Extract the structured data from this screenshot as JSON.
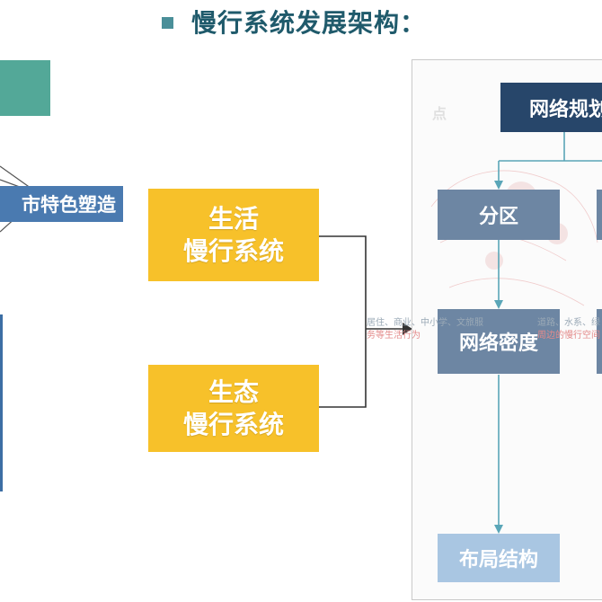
{
  "title": "慢行系统发展架构：",
  "left": {
    "blue_label": "市特色塑造"
  },
  "yellow_boxes": [
    {
      "line1": "生活",
      "line2": "慢行系统"
    },
    {
      "line1": "生态",
      "line2": "慢行系统"
    }
  ],
  "panel": {
    "dot_label": "点",
    "network_label": "网络规划",
    "zone_label": "分区",
    "density_label": "网络密度",
    "layout_label": "布局结构",
    "faint_left_1": "居住、商业、中小学、文旅服",
    "faint_left_2": "务等生活行为",
    "faint_right_1": "道路、水系、绿",
    "faint_right_2": "周边的慢行空间"
  },
  "colors": {
    "title": "#1f5a6b",
    "yellow": "#f7c12a",
    "dark_blue": "#27466a",
    "gray_blue": "#6d86a3",
    "light_blue": "#a9c6e2",
    "teal": "#53a898",
    "connector": "#5aa6b8"
  }
}
